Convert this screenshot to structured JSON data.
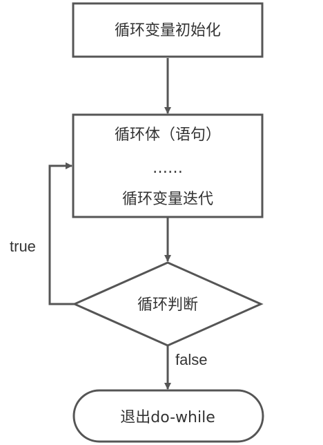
{
  "diagram": {
    "type": "flowchart",
    "nodes": {
      "init": {
        "shape": "rectangle",
        "label": "循环变量初始化"
      },
      "body": {
        "shape": "rectangle",
        "lines": [
          "循环体（语句）",
          "……",
          "循环变量迭代"
        ]
      },
      "condition": {
        "shape": "diamond",
        "label": "循环判断"
      },
      "exit": {
        "shape": "rounded-rectangle",
        "label": "退出do-while"
      }
    },
    "edges": [
      {
        "from": "init",
        "to": "body",
        "label": ""
      },
      {
        "from": "body",
        "to": "condition",
        "label": ""
      },
      {
        "from": "condition",
        "to": "body",
        "label": "true"
      },
      {
        "from": "condition",
        "to": "exit",
        "label": "false"
      }
    ],
    "colors": {
      "stroke": "#555555",
      "text": "#333333",
      "background": "#ffffff"
    }
  }
}
